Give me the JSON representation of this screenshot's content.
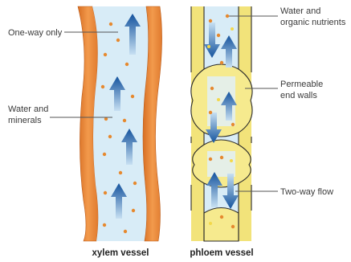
{
  "labels": {
    "one_way": "One-way only",
    "water_minerals_1": "Water and",
    "water_minerals_2": "minerals",
    "water_organic_1": "Water and",
    "water_organic_2": "organic nutrients",
    "permeable_1": "Permeable",
    "permeable_2": "end walls",
    "two_way": "Two-way flow"
  },
  "captions": {
    "xylem": "xylem vessel",
    "phloem": "phloem vessel"
  },
  "colors": {
    "xylem_wall": "#e88a3c",
    "xylem_wall_dark": "#c9651d",
    "vessel_fill": "#d8ecf7",
    "phloem_wall": "#f2e37a",
    "phloem_outline": "#2a2a2a",
    "arrow": "#1d5fa8",
    "particle": "#e6892f",
    "particle_yellow": "#f3d84a"
  }
}
